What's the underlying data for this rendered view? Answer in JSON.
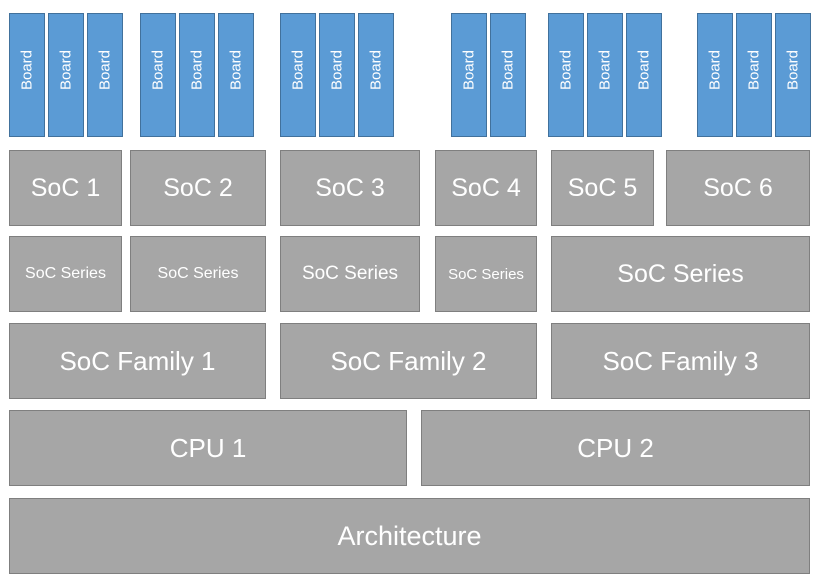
{
  "boards": {
    "label": "Board"
  },
  "socs": [
    "SoC 1",
    "SoC 2",
    "SoC 3",
    "SoC 4",
    "SoC 5",
    "SoC 6"
  ],
  "series": {
    "label": "SoC Series"
  },
  "families": [
    "SoC Family 1",
    "SoC Family 2",
    "SoC Family 3"
  ],
  "cpus": [
    "CPU 1",
    "CPU 2"
  ],
  "architecture": "Architecture",
  "colors": {
    "board_fill": "#5b9bd5",
    "board_border": "#41719c",
    "block_fill": "#a6a6a6",
    "block_border": "#7f7f7f",
    "text": "#ffffff"
  }
}
